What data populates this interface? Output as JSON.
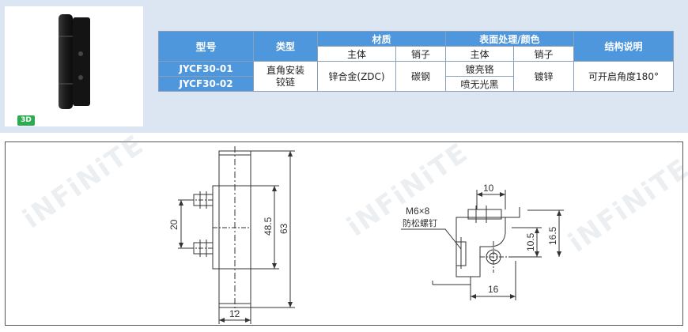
{
  "badge": "3D",
  "table": {
    "header": {
      "model": "型号",
      "type": "类型",
      "material": "材质",
      "surface": "表面处理/颜色",
      "structure": "结构说明",
      "body": "主体",
      "pin": "销子",
      "surface_body": "主体",
      "surface_pin": "销子"
    },
    "models": [
      "JYCF30-01",
      "JYCF30-02"
    ],
    "type_value": "直角安装铰链",
    "material_body": "锌合金(ZDC)",
    "material_pin": "碳钢",
    "surface_body_options": [
      "镀亮铬",
      "喷无光黑"
    ],
    "surface_pin": "镀锌",
    "structure": "可开启角度180°"
  },
  "drawing": {
    "left": {
      "dim_20": "20",
      "dim_48_5": "48.5",
      "dim_63": "63",
      "dim_12": "12"
    },
    "right": {
      "dim_10": "10",
      "screw": "M6×8",
      "screw_note": "防松螺钉",
      "dim_10_5": "10.5",
      "dim_16_5": "16.5",
      "dim_16": "16"
    }
  },
  "colors": {
    "header_bg": "#4f97dc",
    "panel_bg": "#dce6f2",
    "badge": "#2eaa52"
  }
}
